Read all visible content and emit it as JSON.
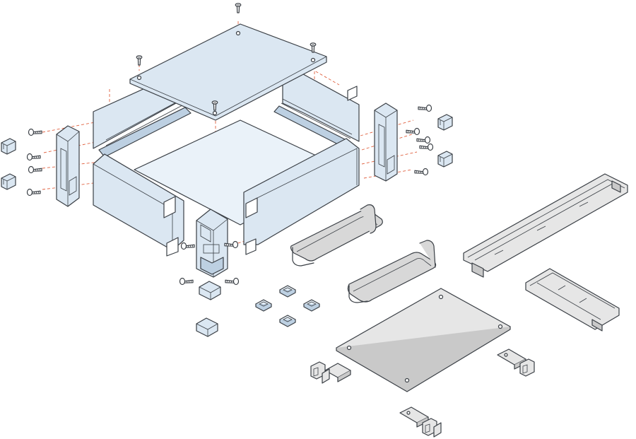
{
  "colors": {
    "panel": "#dbe7f2",
    "panel_dark": "#bdd0e2",
    "panel_light": "#eaf2f9",
    "grey_part": "#e6e6e6",
    "grey_dark": "#c9c9c9",
    "outline": "#3a3f45",
    "guide_line": "#e0603f",
    "background": "#ffffff"
  },
  "parts": {
    "top_cover": "top-cover-panel",
    "enclosure_body": "enclosure-body",
    "front_corner": "front-corner-block",
    "left_end_cap": "left-end-cap",
    "right_end_cap": "right-end-cap",
    "handles": [
      "handle-upper",
      "handle-lower"
    ],
    "din_rails": [
      "din-rail-long",
      "din-rail-short"
    ],
    "mounting_plate": "mounting-plate",
    "brackets": [
      "bracket-left",
      "bracket-right",
      "bracket-bottom"
    ],
    "feet": [
      "foot-upper",
      "foot-lower"
    ],
    "square_caps": 4,
    "clips": 4,
    "screws": 20
  }
}
